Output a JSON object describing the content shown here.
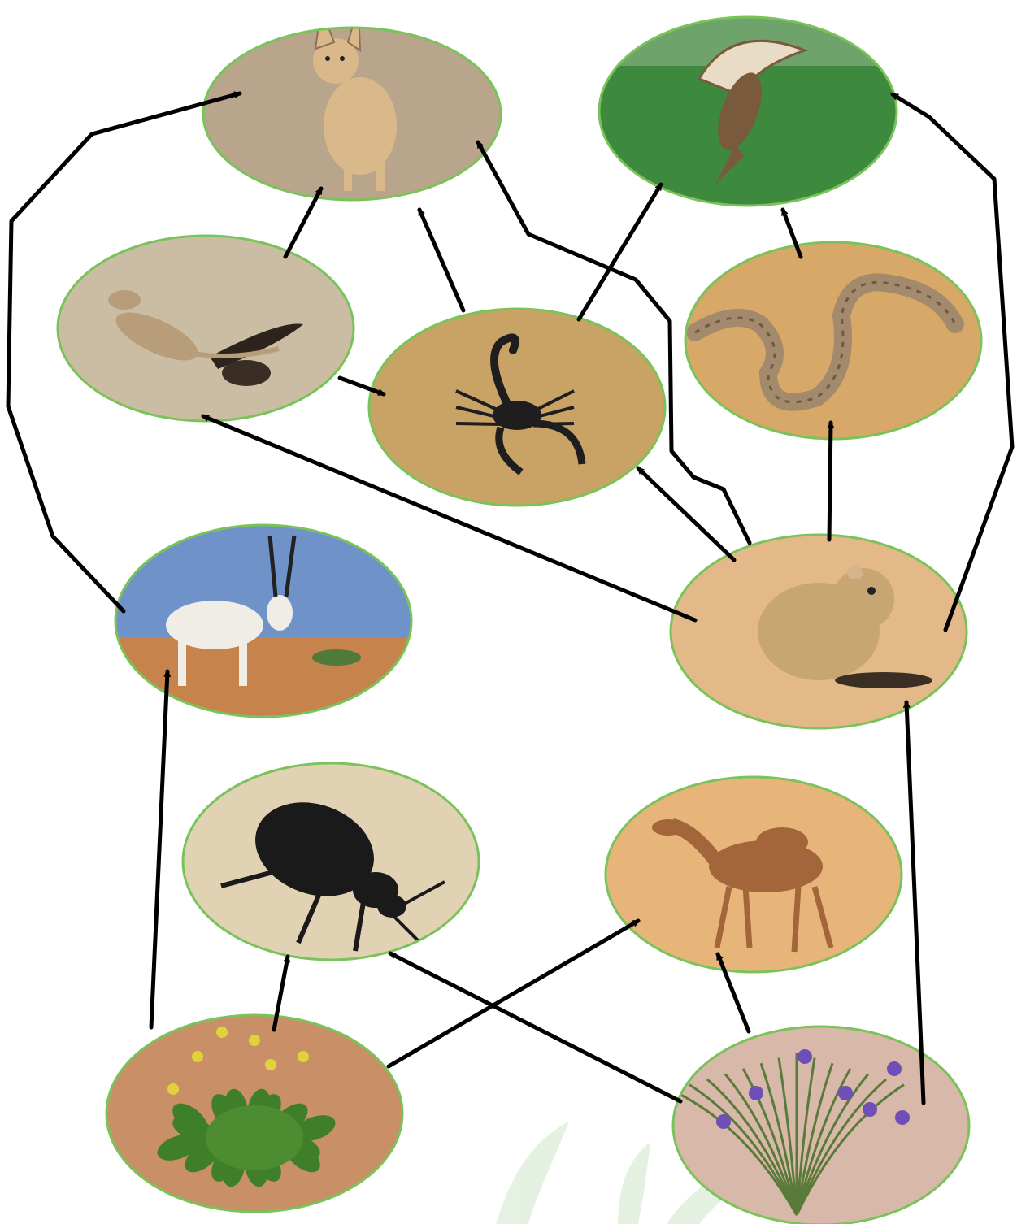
{
  "diagram": {
    "type": "food-web",
    "colors": {
      "arrow": "#000000",
      "node_border": "#7ac35a",
      "background": "#ffffff",
      "leaf_watermark": "#cfe6c8"
    },
    "organisms": [
      {
        "id": "fox",
        "icon": "fox-icon",
        "colors": {
          "bg": "#b9a58c",
          "accent": "#d9b98a",
          "dark": "#8a7258"
        }
      },
      {
        "id": "hawk",
        "icon": "hawk-icon",
        "colors": {
          "bg": "#3d8a3e",
          "accent": "#7a5a3c",
          "dark": "#2a6a2c"
        }
      },
      {
        "id": "lizard",
        "icon": "lizard-icon",
        "colors": {
          "bg": "#cbbda4",
          "accent": "#b89d7a",
          "dark": "#3a2e24"
        }
      },
      {
        "id": "scorpion",
        "icon": "scorpion-icon",
        "colors": {
          "bg": "#c9a266",
          "accent": "#1e1e1e",
          "dark": "#7a5a2a"
        }
      },
      {
        "id": "snake",
        "icon": "snake-icon",
        "colors": {
          "bg": "#d7a868",
          "accent": "#a48a6c",
          "dark": "#6d5a45"
        }
      },
      {
        "id": "oryx",
        "icon": "oryx-icon",
        "colors": {
          "bg": "#6f93c8",
          "accent": "#f0ede6",
          "dark": "#c7834f"
        }
      },
      {
        "id": "rodent",
        "icon": "rodent-icon",
        "colors": {
          "bg": "#e3b98a",
          "accent": "#c8a674",
          "dark": "#3a2f22"
        }
      },
      {
        "id": "beetle",
        "icon": "beetle-icon",
        "colors": {
          "bg": "#e2d2b4",
          "accent": "#1a1a1a",
          "dark": "#a89270"
        }
      },
      {
        "id": "camel",
        "icon": "camel-icon",
        "colors": {
          "bg": "#e7b57a",
          "accent": "#a2663a",
          "dark": "#cc9860"
        }
      },
      {
        "id": "shrub",
        "icon": "yellow-flower-shrub-icon",
        "colors": {
          "bg": "#c98f66",
          "accent": "#3f7f2a",
          "dark": "#e2d23a"
        }
      },
      {
        "id": "iris",
        "icon": "purple-iris-plant-icon",
        "colors": {
          "bg": "#d8b8a8",
          "accent": "#5a7a3a",
          "dark": "#6e4fb8"
        }
      }
    ],
    "feeding_links": [
      {
        "from": "oryx",
        "to": "fox"
      },
      {
        "from": "lizard",
        "to": "fox"
      },
      {
        "from": "scorpion",
        "to": "fox"
      },
      {
        "from": "rodent",
        "to": "fox"
      },
      {
        "from": "lizard",
        "to": "scorpion"
      },
      {
        "from": "scorpion",
        "to": "hawk"
      },
      {
        "from": "snake",
        "to": "hawk"
      },
      {
        "from": "rodent",
        "to": "hawk"
      },
      {
        "from": "rodent",
        "to": "scorpion"
      },
      {
        "from": "rodent",
        "to": "lizard"
      },
      {
        "from": "rodent",
        "to": "snake"
      },
      {
        "from": "shrub",
        "to": "oryx"
      },
      {
        "from": "shrub",
        "to": "beetle"
      },
      {
        "from": "shrub",
        "to": "camel"
      },
      {
        "from": "iris",
        "to": "beetle"
      },
      {
        "from": "iris",
        "to": "camel"
      },
      {
        "from": "iris",
        "to": "rodent"
      }
    ]
  }
}
